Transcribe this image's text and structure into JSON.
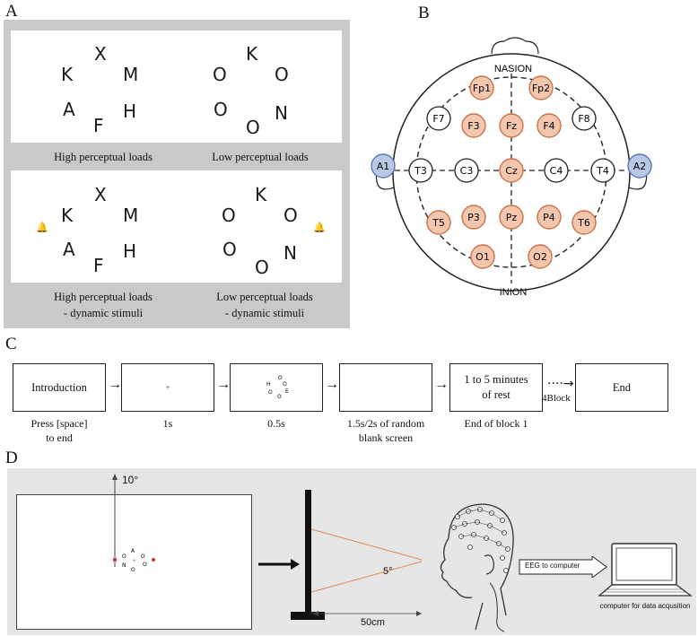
{
  "panelA": {
    "letter": "A",
    "top_left": {
      "letters": [
        "X",
        "K",
        "M",
        "A",
        "H",
        "F"
      ],
      "caption": "High perceptual loads"
    },
    "top_right": {
      "letters": [
        "K",
        "O",
        "O",
        "O",
        "N",
        "O"
      ],
      "caption": "Low perceptual loads"
    },
    "bottom_left": {
      "letters": [
        "X",
        "K",
        "M",
        "A",
        "H",
        "F"
      ],
      "caption_line1": "High perceptual loads",
      "caption_line2": "- dynamic stimuli"
    },
    "bottom_right": {
      "letters": [
        "K",
        "O",
        "O",
        "O",
        "N",
        "O"
      ],
      "caption_line1": "Low perceptual loads",
      "caption_line2": "- dynamic stimuli"
    },
    "bell_icon": "bell-icon"
  },
  "panelB": {
    "letter": "B",
    "nasion": "NASION",
    "inion": "INION",
    "orange_fill": "#f3c6ad",
    "orange_stroke": "#c8734a",
    "blue_fill": "#b9c8e6",
    "blue_stroke": "#5b76b5",
    "electrodes": {
      "Fp1": "Fp1",
      "Fp2": "Fp2",
      "F7": "F7",
      "F3": "F3",
      "Fz": "Fz",
      "F4": "F4",
      "F8": "F8",
      "A1": "A1",
      "T3": "T3",
      "C3": "C3",
      "Cz": "Cz",
      "C4": "C4",
      "T4": "T4",
      "A2": "A2",
      "T5": "T5",
      "P3": "P3",
      "Pz": "Pz",
      "P4": "P4",
      "T6": "T6",
      "O1": "O1",
      "O2": "O2"
    }
  },
  "panelC": {
    "letter": "C",
    "steps": [
      {
        "box": "Introduction",
        "caption1": "Press [space]",
        "caption2": "to end"
      },
      {
        "box": "+",
        "caption1": "1s",
        "caption2": ""
      },
      {
        "box": "",
        "caption1": "0.5s",
        "caption2": ""
      },
      {
        "box": "",
        "caption1": "1.5s/2s of random",
        "caption2": "blank screen"
      },
      {
        "box1": "1 to 5 minutes",
        "box2": "of rest",
        "caption1": "End of block 1",
        "caption2": ""
      },
      {
        "box": "End",
        "caption1": "",
        "caption2": ""
      }
    ],
    "mini_letters": [
      "O",
      "H",
      "O",
      "O",
      "E",
      "O"
    ],
    "repeat_label": "4Block"
  },
  "panelD": {
    "letter": "D",
    "angle_top": "10°",
    "angle_eye": "5°",
    "distance": "50cm",
    "screen_letters": [
      "A",
      "O",
      "O",
      "N",
      "O",
      "O",
      "+"
    ],
    "eeg_label": "EEG to computer",
    "computer_label": "computer for data acqusition",
    "dot_color": "#c0392b"
  }
}
